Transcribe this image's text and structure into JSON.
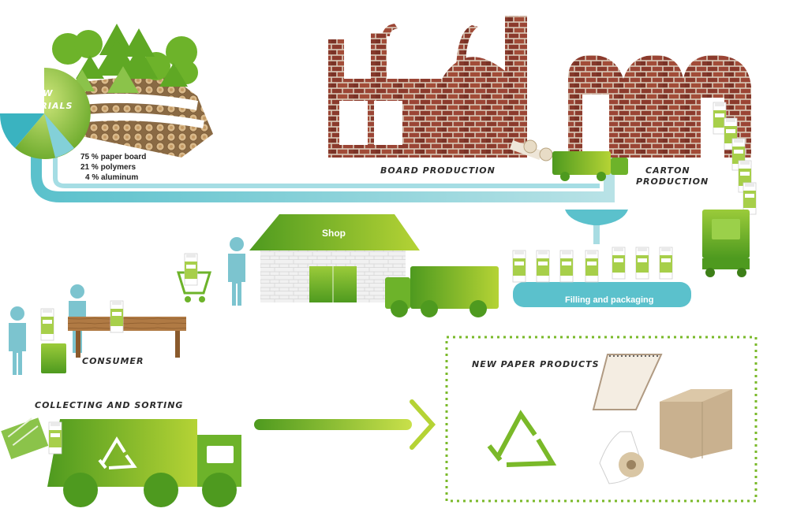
{
  "labels": {
    "raw_materials_line1": "RAW",
    "raw_materials_line2": "MATERIALS",
    "composition": [
      "75 % paper board",
      "21 % polymers",
      "4 % aluminum"
    ],
    "board_production": "BOARD PRODUCTION",
    "carton_production_line1": "CARTON",
    "carton_production_line2": "PRODUCTION",
    "shop": "Shop",
    "filling_packaging": "Filling and packaging",
    "consumer": "CONSUMER",
    "collecting_sorting": "COLLECTING AND SORTING",
    "new_paper_products": "NEW PAPER PRODUCTS"
  },
  "colors": {
    "green": "#7ab929",
    "green_dark": "#4e9a1f",
    "lime": "#b5d335",
    "teal": "#5bc1cc",
    "teal_light": "#a8dce2",
    "brick": "#8b3a2c",
    "wood": "#b07a44"
  }
}
